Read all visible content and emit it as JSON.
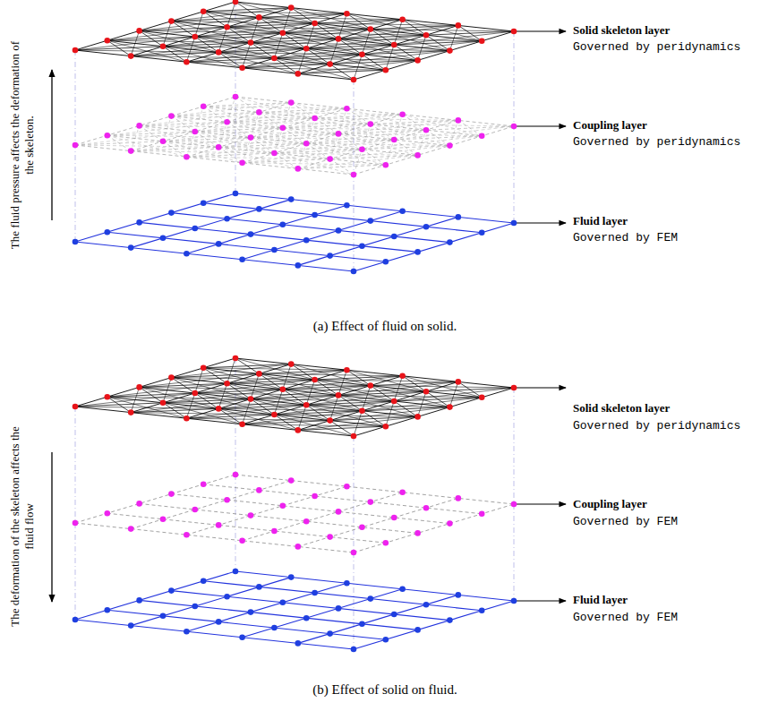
{
  "diagram": {
    "labels": [
      "Solid skeleton layer",
      "Governed by peridynamics",
      "Coupling layer",
      "Governed by peridynamics",
      "Fluid layer",
      "Governed by FEM",
      "The fluid pressure affects the deformation of the skeleton.",
      "(a) Effect of fluid on solid.",
      "Solid skeleton layer",
      "Governed by peridynamics",
      "Coupling layer",
      "Governed by FEM",
      "Fluid layer",
      "Governed by FEM",
      "The deformation of the skeleton affects the fluid flow",
      "(b) Effect of solid on fluid."
    ]
  }
}
